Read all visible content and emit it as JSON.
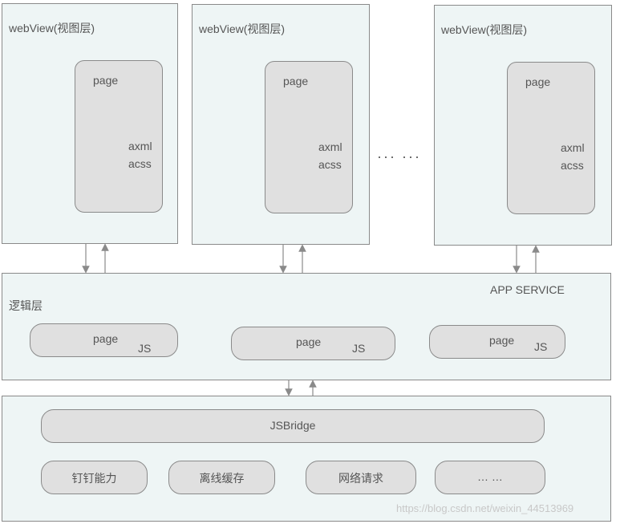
{
  "webviews": [
    {
      "title": "webView(视图层)",
      "page": "page",
      "axml": "axml",
      "acss": "acss"
    },
    {
      "title": "webView(视图层)",
      "page": "page",
      "axml": "axml",
      "acss": "acss"
    },
    {
      "title": "webView(视图层)",
      "page": "page",
      "axml": "axml",
      "acss": "acss"
    }
  ],
  "ellipsis_between": "··· ···",
  "logic_layer": {
    "title": "逻辑层",
    "service_label": "APP SERVICE",
    "pages": [
      {
        "page": "page",
        "js": "JS"
      },
      {
        "page": "page",
        "js": "JS"
      },
      {
        "page": "page",
        "js": "JS"
      }
    ]
  },
  "native_layer": {
    "bridge": "JSBridge",
    "capabilities": [
      "钉钉能力",
      "离线缓存",
      "网络请求",
      "… …"
    ]
  },
  "watermark": "https://blog.csdn.net/weixin_44513969",
  "colors": {
    "panel_bg": "#eef5f5",
    "box_bg": "#e0e0e0",
    "border": "#8a8a8a",
    "text": "#555555"
  }
}
